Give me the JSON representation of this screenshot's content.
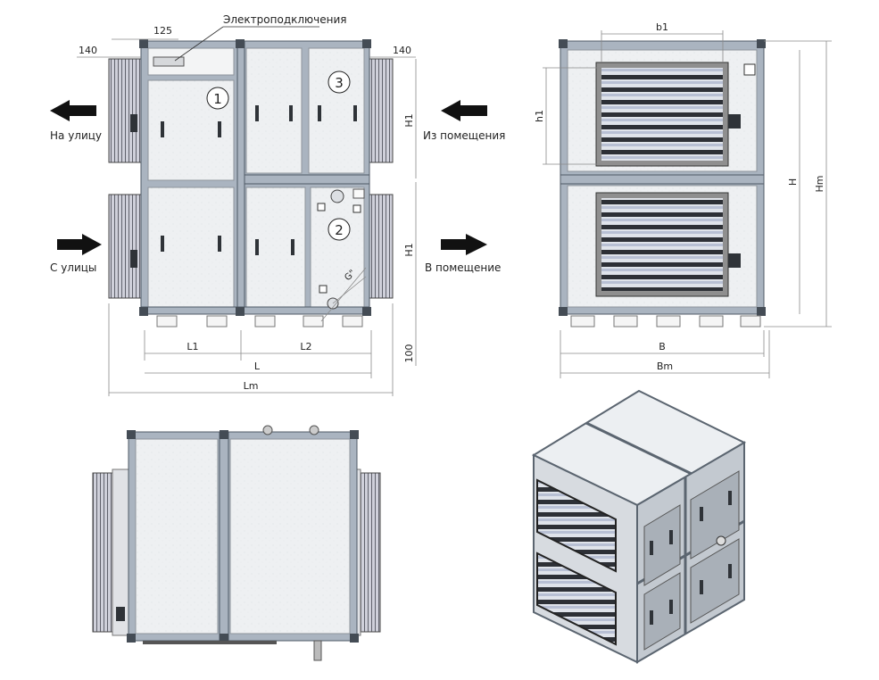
{
  "labels": {
    "electro": "Электроподключения",
    "to_street": "На улицу",
    "from_room": "Из помещения",
    "from_street": "С улицы",
    "to_room": "В помещение",
    "section_1": "1",
    "section_2": "2",
    "section_3": "3",
    "pipe": "G\""
  },
  "dims": {
    "d125": "125",
    "d140_left": "140",
    "d140_right": "140",
    "H1_top": "H1",
    "H1_bottom": "H1",
    "L1": "L1",
    "L2": "L2",
    "L": "L",
    "Lm": "Lm",
    "d100": "100",
    "b1": "b1",
    "h1": "h1",
    "H": "H",
    "Hm": "Hm",
    "B": "B",
    "Bm": "Bm"
  },
  "colors": {
    "frame": "#aab4c0",
    "panel": "#eef0f2",
    "arrow": "#111111"
  }
}
